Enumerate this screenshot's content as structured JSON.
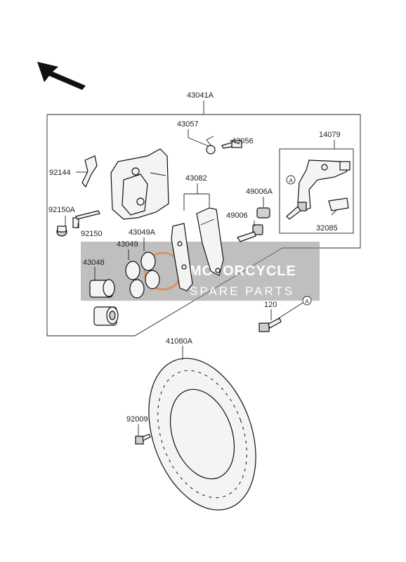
{
  "diagram": {
    "labels": {
      "caliper_assembly": "43041A",
      "bleed_cap": "43057",
      "bleed_valve": "43056",
      "bracket": "14079",
      "spring": "92144",
      "pads": "43082",
      "boot_a": "49006A",
      "pin": "49006",
      "pin_plug": "92150A",
      "pad_pin": "92150",
      "seal_a": "43049A",
      "seal": "43049",
      "piston": "43048",
      "shim": "32085",
      "bolt": "120",
      "disc": "41080A",
      "disc_bolt": "92009"
    },
    "callout_letter": "A",
    "watermark": {
      "line1": "MOTORCYCLE",
      "line2": "SPARE PARTS"
    },
    "colors": {
      "watermark_bg": "#8a8a8a",
      "watermark_accent": "#e8742a"
    }
  }
}
